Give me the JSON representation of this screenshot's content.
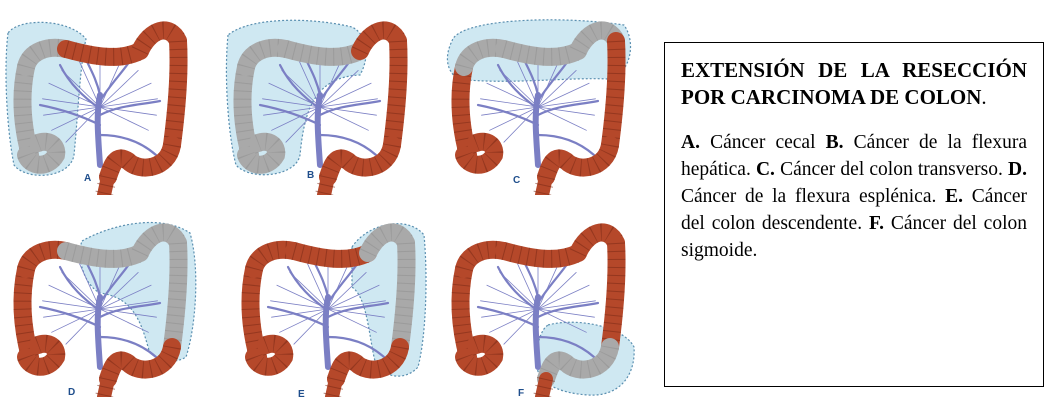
{
  "panels": [
    {
      "letter": "A",
      "resection": "cecal"
    },
    {
      "letter": "B",
      "resection": "hepatic-flexure"
    },
    {
      "letter": "C",
      "resection": "transverse"
    },
    {
      "letter": "D",
      "resection": "splenic-flexure"
    },
    {
      "letter": "E",
      "resection": "descending"
    },
    {
      "letter": "F",
      "resection": "sigmoid"
    }
  ],
  "caption": {
    "title": "EXTENSIÓN DE LA RESECCIÓN POR CARCINOMA DE COLON",
    "title_end": ".",
    "items": [
      {
        "letter": "A.",
        "text": " Cáncer cecal "
      },
      {
        "letter": "B.",
        "text": " Cáncer de la flexura hepática. "
      },
      {
        "letter": "C.",
        "text": " Cáncer del colon transverso. "
      },
      {
        "letter": "D.",
        "text": " Cáncer de la flexura esplénica. "
      },
      {
        "letter": "E.",
        "text": " Cáncer del colon descendente. "
      },
      {
        "letter": "F.",
        "text": " Cáncer del colon sigmoide."
      }
    ]
  },
  "colors": {
    "colon": "#b5482a",
    "colon_dark": "#7a2a16",
    "vessels": "#7b7fc4",
    "resection_fill": "#bfe0ee",
    "resection_stroke": "#5a8fb0",
    "resected_gray": "#a9a9a9",
    "letter": "#1f4e8c"
  }
}
